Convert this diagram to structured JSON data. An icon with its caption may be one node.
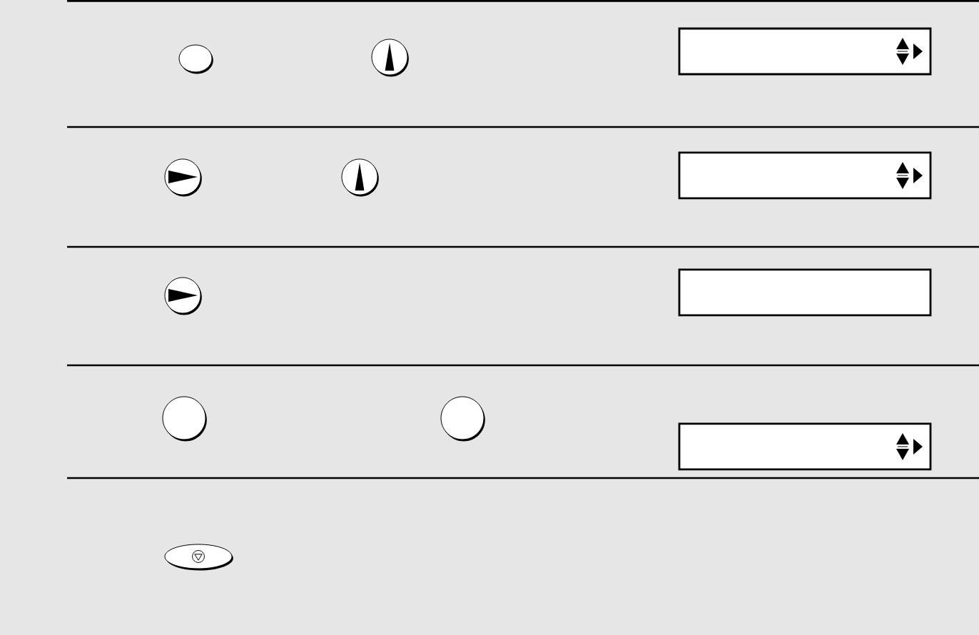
{
  "diagram": {
    "nodes": [
      {
        "text": [],
        "shape": "ellipse"
      },
      {
        "text": [],
        "shape": "circle"
      },
      {
        "text": [],
        "shape": "box"
      },
      {
        "text": [],
        "shape": "circle"
      },
      {
        "text": [],
        "shape": "circle"
      },
      {
        "text": [],
        "shape": "box"
      },
      {
        "text": [],
        "shape": "circle"
      },
      {
        "text": [],
        "shape": "box"
      },
      {
        "text": [],
        "shape": "circle"
      },
      {
        "text": [],
        "shape": "circle"
      },
      {
        "text": [],
        "shape": "box"
      },
      {
        "text": [],
        "shape": "ellipse"
      }
    ]
  }
}
